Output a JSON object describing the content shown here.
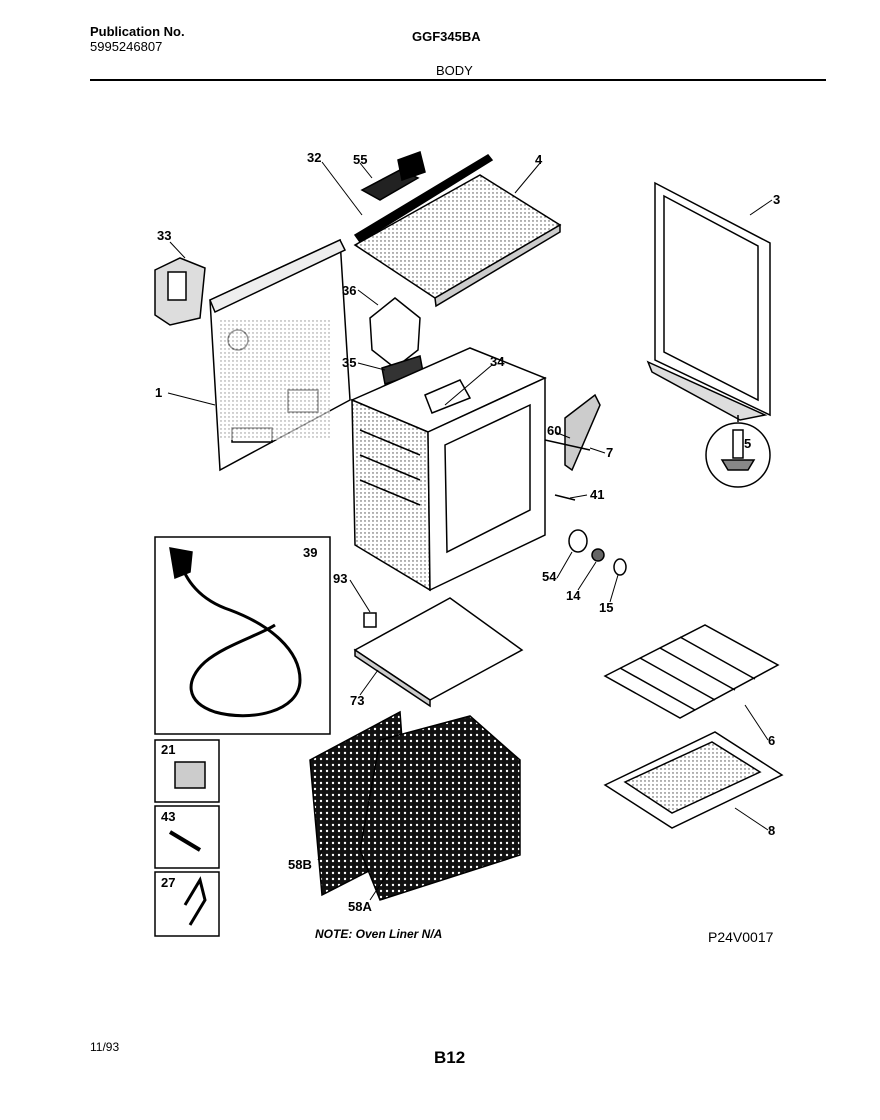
{
  "header": {
    "publication_label": "Publication No.",
    "publication_number": "5995246807",
    "model": "GGF345BA",
    "section": "BODY"
  },
  "callouts": {
    "c1": "1",
    "c3": "3",
    "c4": "4",
    "c5": "5",
    "c6": "6",
    "c7": "7",
    "c8": "8",
    "c14": "14",
    "c15": "15",
    "c21": "21",
    "c27": "27",
    "c32": "32",
    "c33": "33",
    "c34": "34",
    "c35": "35",
    "c36": "36",
    "c39": "39",
    "c41": "41",
    "c43": "43",
    "c54": "54",
    "c55": "55",
    "c58a": "58A",
    "c58b": "58B",
    "c60": "60",
    "c73": "73",
    "c93": "93"
  },
  "note": "NOTE: Oven Liner N/A",
  "diagram_code": "P24V0017",
  "footer": {
    "date": "11/93",
    "page": "B12"
  }
}
